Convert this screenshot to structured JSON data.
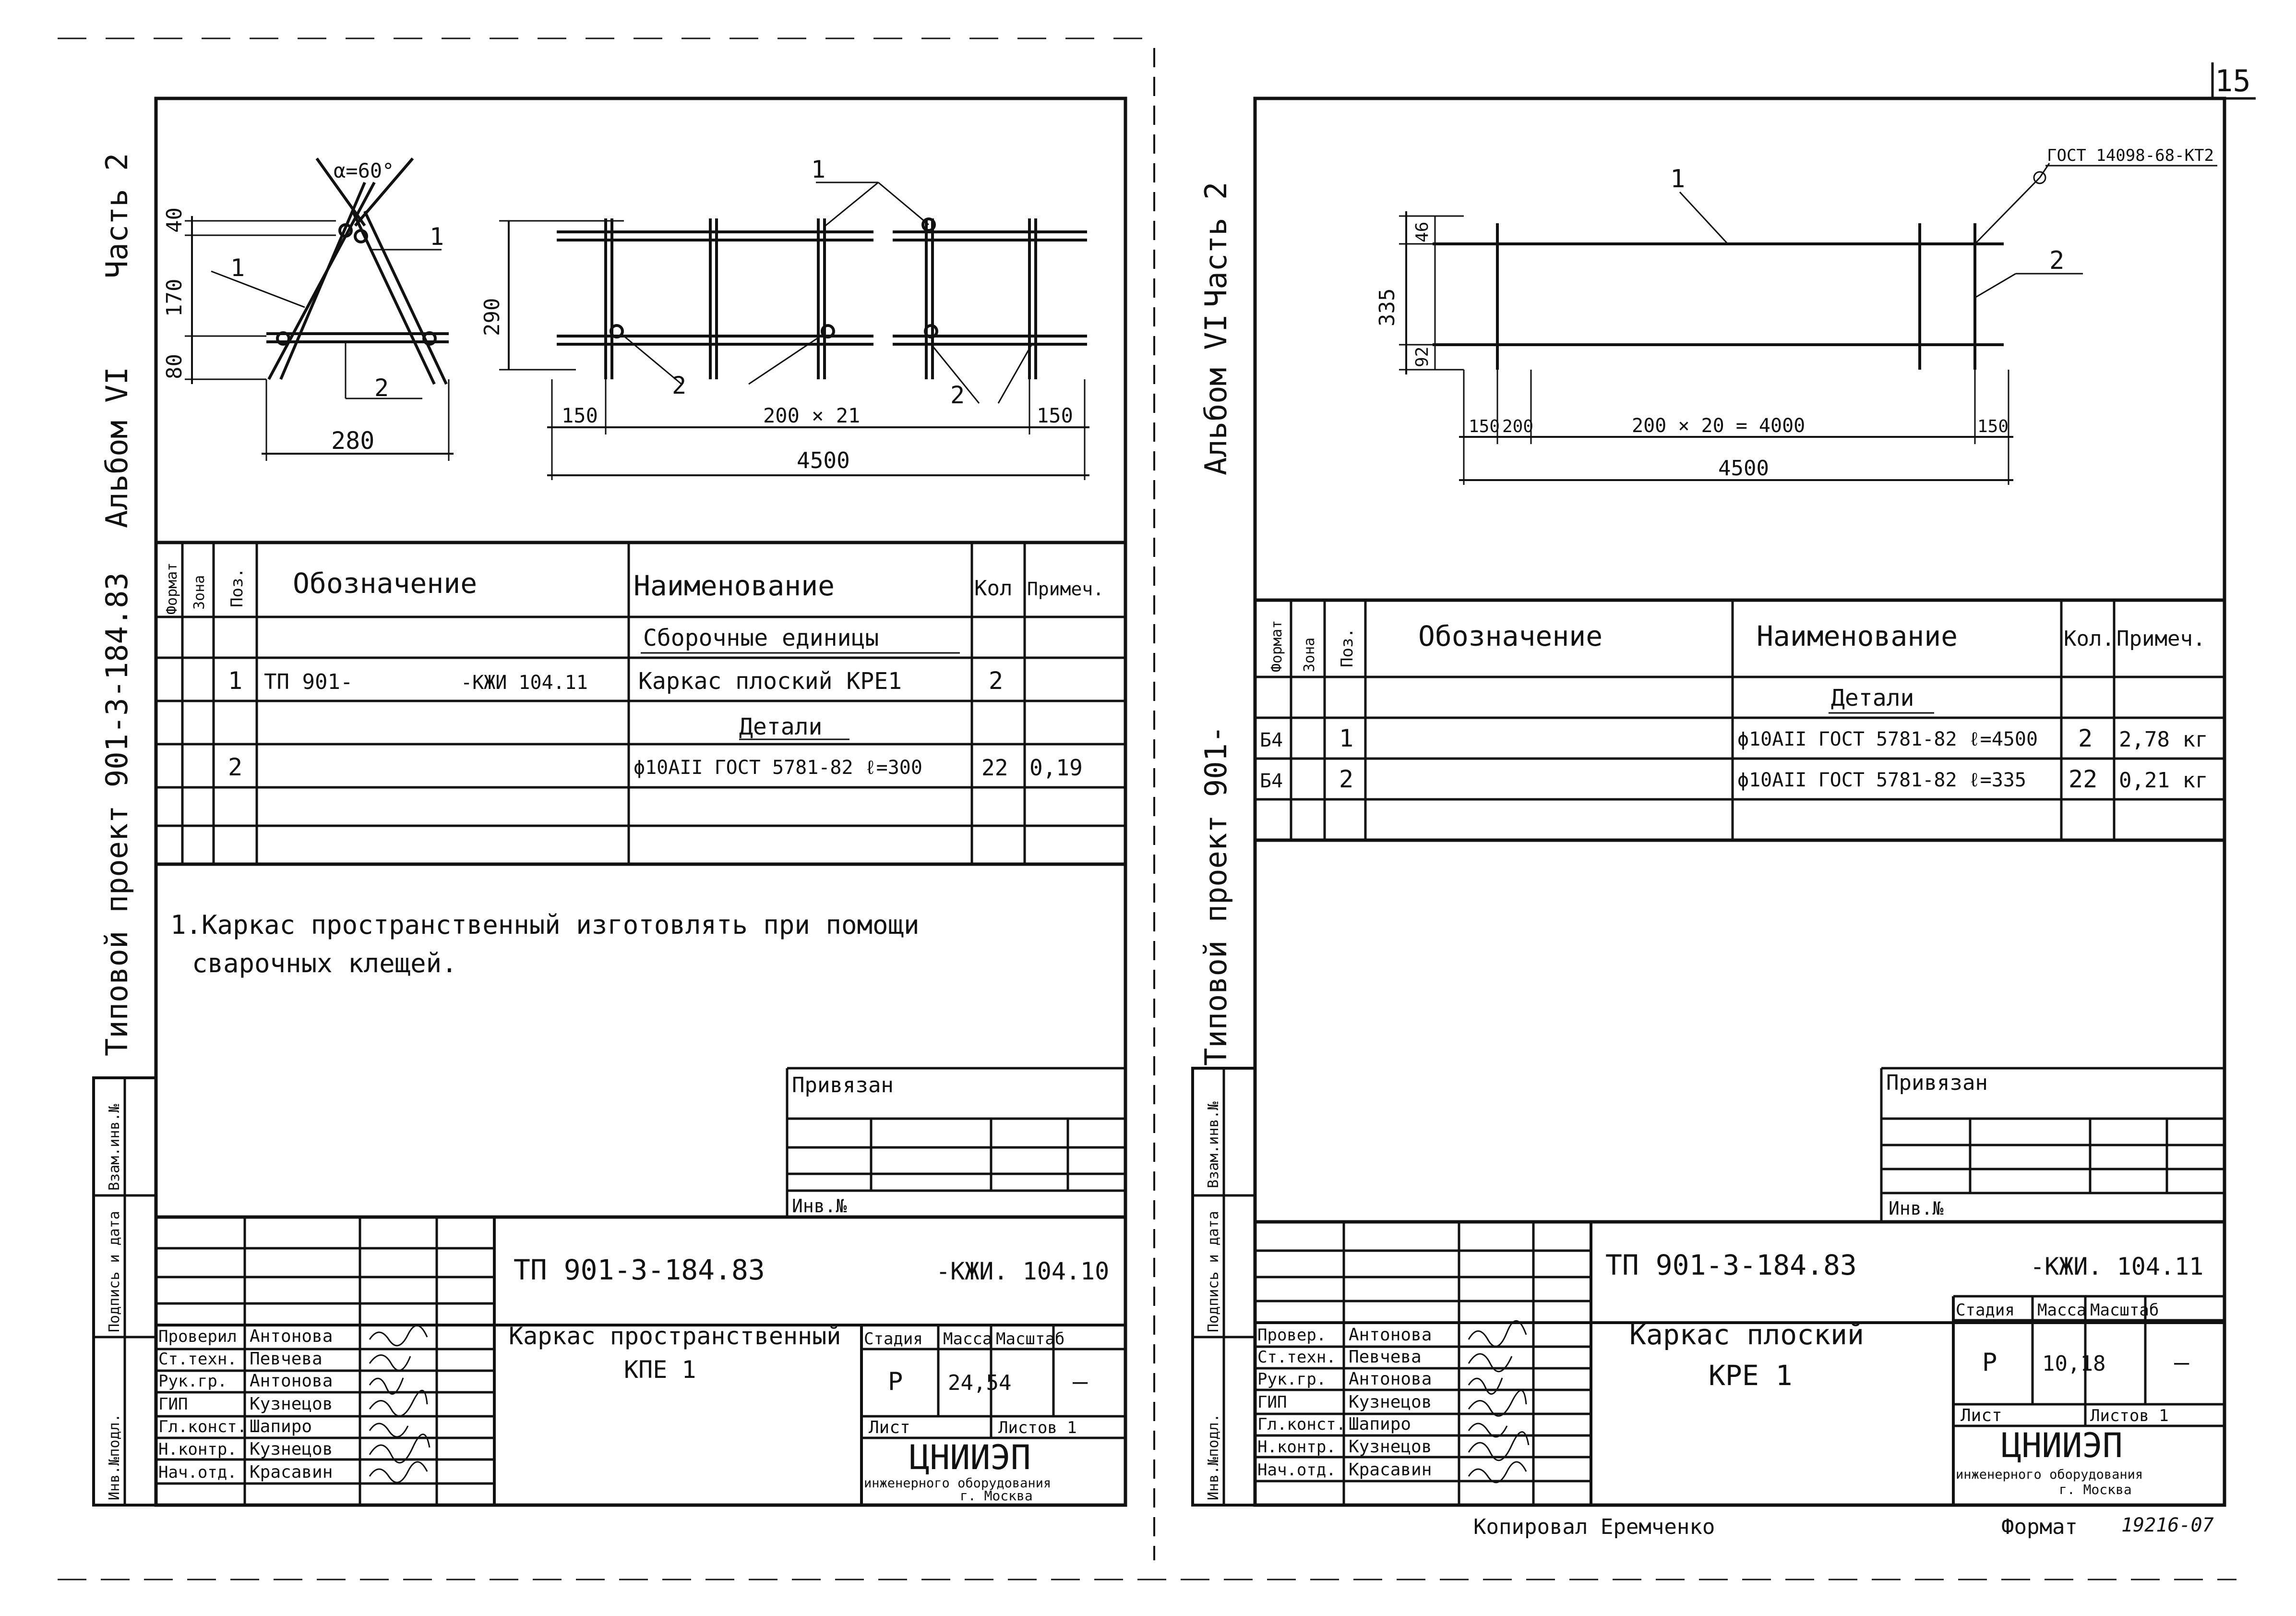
{
  "page_number": "15",
  "left": {
    "side": {
      "part": "Часть 2",
      "album": "Альбом VI",
      "project": "Типовой проект 901-3-184.83",
      "inv_vzam": "Взам.инв.№",
      "podpis": "Подпись и дата",
      "inv_podl": "Инв.№подл."
    },
    "drawing": {
      "angle": "α=60°",
      "dims_left": [
        "40",
        "170",
        "80"
      ],
      "dim_290": "290",
      "dim_280": "280",
      "dim_150a": "150",
      "dim_200x21": "200 × 21",
      "dim_150b": "150",
      "dim_4500": "4500",
      "pos1": "1",
      "pos2": "2"
    },
    "spec": {
      "headers": [
        "Формат",
        "Зона",
        "Поз.",
        "Обозначение",
        "Наименование",
        "Кол",
        "Примеч."
      ],
      "section1": "Сборочные единицы",
      "row1": {
        "pos": "1",
        "code1": "ТП 901-",
        "code2": "-КЖИ 104.11",
        "name": "Каркас плоский КРЕ1",
        "qty": "2",
        "note": ""
      },
      "section2": "Детали",
      "row2": {
        "pos": "2",
        "name": "ϕ10AII ГОСТ 5781-82  ℓ=300",
        "qty": "22",
        "note": "0,19"
      }
    },
    "note_line1": "1.Каркас пространственный изготовлять при помощи",
    "note_line2": "сварочных клещей.",
    "privyazan": "Привязан",
    "inv_no": "Инв.№",
    "title": {
      "doc_code": "ТП 901-3-184.83",
      "doc_suffix": "-КЖИ. 104.10",
      "name_line1": "Каркас пространственный",
      "name_line2": "КПЕ 1",
      "stage_h": "Стадия",
      "mass_h": "Масса",
      "scale_h": "Масштаб",
      "stage": "Р",
      "mass": "24,54",
      "scale": "–",
      "list": "Лист",
      "listov": "Листов 1",
      "org": "ЦНИИЭП",
      "org_sub": "инженерного оборудования",
      "city": "г. Москва",
      "people": [
        {
          "role": "Проверил",
          "name": "Антонова"
        },
        {
          "role": "Ст.техн.",
          "name": "Певчева"
        },
        {
          "role": "Рук.гр.",
          "name": "Антонова"
        },
        {
          "role": "ГИП",
          "name": "Кузнецов"
        },
        {
          "role": "Гл.конст.",
          "name": "Шапиро"
        },
        {
          "role": "Н.контр.",
          "name": "Кузнецов"
        },
        {
          "role": "Нач.отд.",
          "name": "Красавин"
        }
      ]
    }
  },
  "right": {
    "side": {
      "part": "Часть 2",
      "album": "Альбом VI",
      "project": "Типовой проект 901-",
      "inv_vzam": "Взам.инв.№",
      "podpis": "Подпись и дата",
      "inv_podl": "Инв.№подл."
    },
    "drawing": {
      "gost": "ГОСТ 14098-68-КТ2",
      "pos1": "1",
      "pos2": "2",
      "dim_335": "335",
      "dim_46": "46",
      "dim_92": "92",
      "dim_150a": "150",
      "dim_200": "200",
      "dim_200x20": "200 × 20 = 4000",
      "dim_150b": "150",
      "dim_4500": "4500"
    },
    "spec": {
      "headers": [
        "Формат",
        "Зона",
        "Поз.",
        "Обозначение",
        "Наименование",
        "Кол.",
        "Примеч."
      ],
      "section1": "Детали",
      "row1": {
        "fmt": "Б4",
        "pos": "1",
        "name": "ϕ10AII ГОСТ 5781-82  ℓ=4500",
        "qty": "2",
        "note": "2,78 кг"
      },
      "row2": {
        "fmt": "Б4",
        "pos": "2",
        "name": "ϕ10AII ГОСТ 5781-82  ℓ=335",
        "qty": "22",
        "note": "0,21 кг"
      }
    },
    "privyazan": "Привязан",
    "inv_no": "Инв.№",
    "title": {
      "doc_code": "ТП 901-3-184.83",
      "doc_suffix": "-КЖИ. 104.11",
      "name_line1": "Каркас плоский",
      "name_line2": "КРЕ 1",
      "stage_h": "Стадия",
      "mass_h": "Масса",
      "scale_h": "Масштаб",
      "stage": "Р",
      "mass": "10,18",
      "scale": "–",
      "list": "Лист",
      "listov": "Листов 1",
      "org": "ЦНИИЭП",
      "org_sub": "инженерного оборудования",
      "city": "г. Москва",
      "people": [
        {
          "role": "Провер.",
          "name": "Антонова"
        },
        {
          "role": "Ст.техн.",
          "name": "Певчева"
        },
        {
          "role": "Рук.гр.",
          "name": "Антонова"
        },
        {
          "role": "ГИП",
          "name": "Кузнецов"
        },
        {
          "role": "Гл.конст.",
          "name": "Шапиро"
        },
        {
          "role": "Н.контр.",
          "name": "Кузнецов"
        },
        {
          "role": "Нач.отд.",
          "name": "Красавин"
        }
      ]
    }
  },
  "footer": {
    "copied": "Копировал Еремченко",
    "format": "Формат",
    "format_num": "19216-07"
  }
}
